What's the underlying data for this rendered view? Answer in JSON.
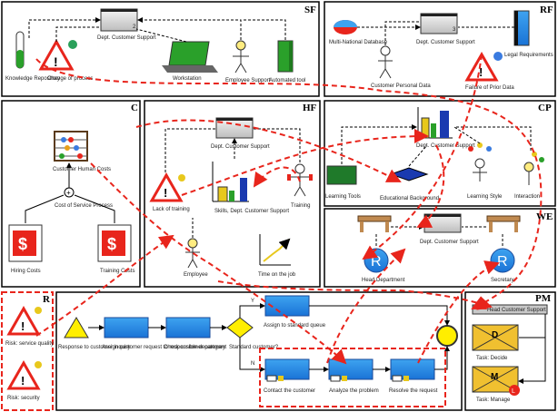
{
  "panels": {
    "sf": "SF",
    "rf": "RF",
    "c": "C",
    "hf": "HF",
    "cp": "CP",
    "we": "WE",
    "r": "R",
    "pm": "PM"
  },
  "sf": {
    "system": "Dept. Customer Support",
    "system_num": "2",
    "knowledge": "Knowledge Repository",
    "change_to_process": "Change of process",
    "workstation": "Workstation",
    "employee": "Employee Support",
    "tool": "Automated tool"
  },
  "rf": {
    "database": "Multi-National Database",
    "system": "Dept. Customer Support",
    "system_num": "3",
    "customer": "Customer Personal Data",
    "legal": "Legal Requirements",
    "failure": "Failure of Prior Data"
  },
  "c": {
    "cost_label": "Customer Human Costs",
    "cost_of_support": "Cost of Service Process",
    "hiring_cost": "Hiring Costs",
    "training_cost": "Training Costs"
  },
  "hf": {
    "system": "Dept. Customer Support",
    "skills": "Skills, Dept. Customer Support",
    "training": "Training",
    "lack_training": "Lack of training",
    "employee": "Employee",
    "time_on_job": "Time on the job"
  },
  "cp": {
    "chart_caption": "Dept. Customer Support",
    "learning_tools": "Learning Tools",
    "educational_background": "Educational Background",
    "learn_style": "Learning Style",
    "interaction": "Interaction"
  },
  "we": {
    "system": "Dept. Customer Support",
    "r1": "R",
    "r2": "R",
    "label1": "Head Department",
    "label2": "Secretary"
  },
  "r": {
    "risk1": "Risk: service quality",
    "risk2": "Risk: security"
  },
  "process": {
    "trigger": "Response to customer inquiry",
    "step1": "Assign customer request to responsible department",
    "step2": "Check customer category",
    "decision": "Standard customer?",
    "branch_top": "Assign to standard queue",
    "branch_bottom1": "Contact the customer",
    "branch_bottom2": "Analyze the problem",
    "branch_bottom3": "Resolve the request",
    "yes": "Y",
    "no": "N"
  },
  "pm": {
    "header": "Head Customer Support",
    "card1_letter": "D",
    "card1_label": "Task: Decide",
    "card2_letter": "M",
    "card2_label": "Task: Manage",
    "card2_badge": "L"
  }
}
